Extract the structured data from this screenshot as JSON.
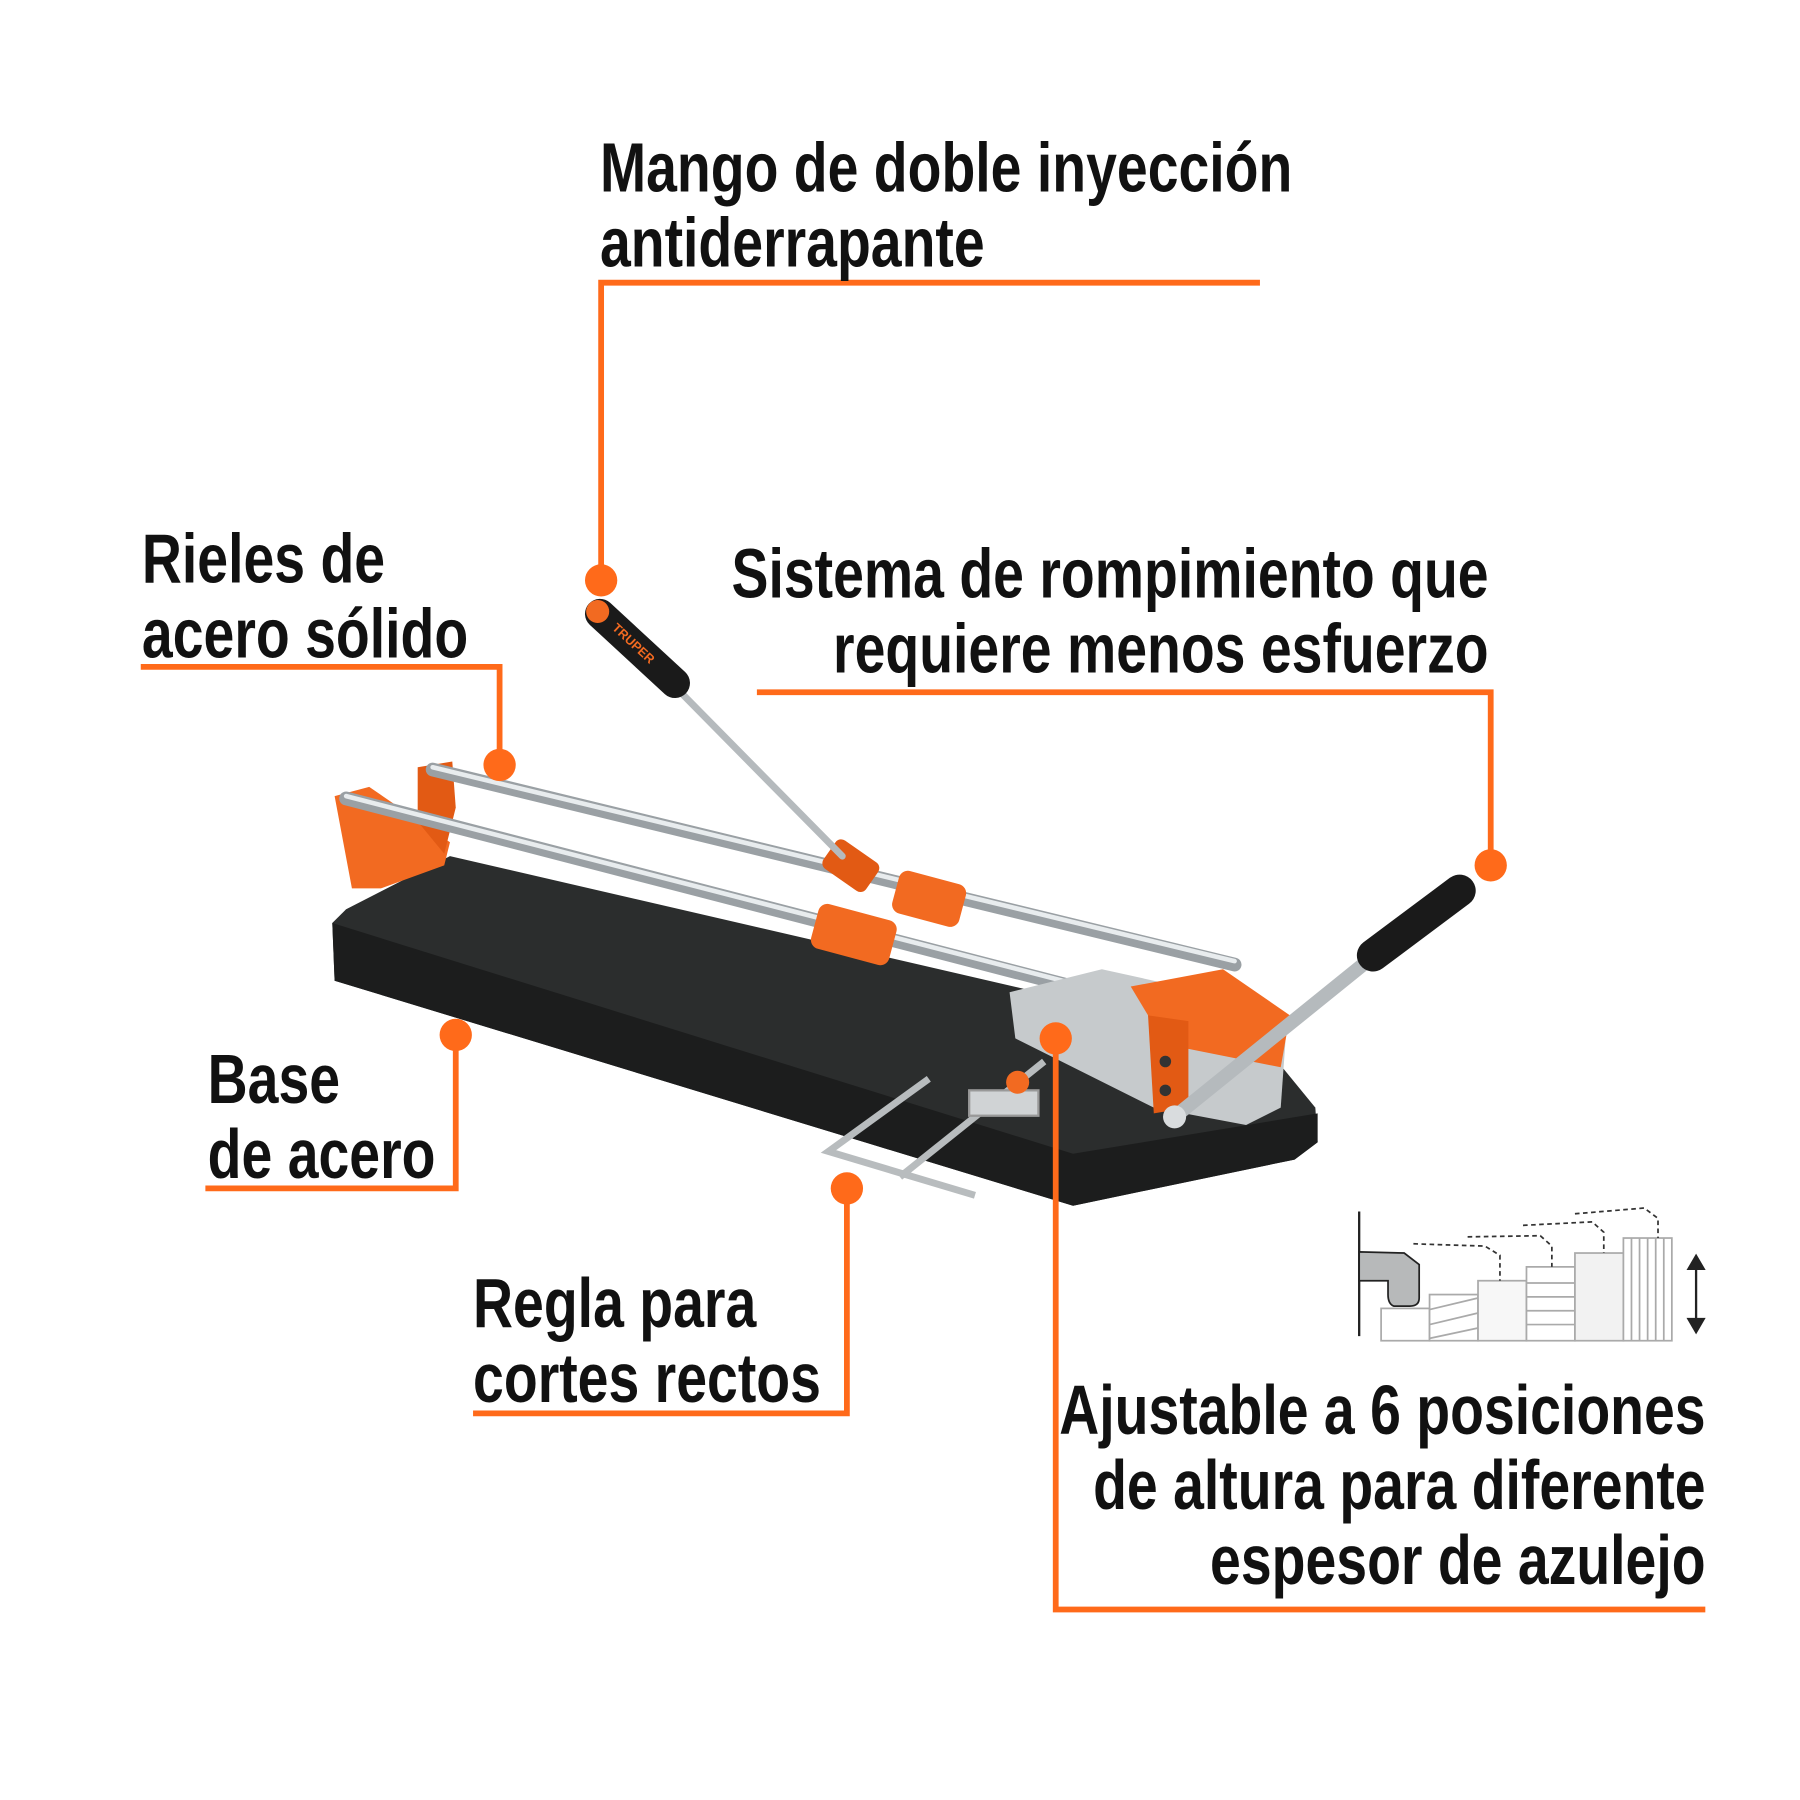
{
  "accent_color": "#ff6a1a",
  "labels": {
    "handle": [
      "Mango de doble inyección",
      "antiderrapante"
    ],
    "rails": [
      "Rieles de",
      "acero sólido"
    ],
    "breaking": [
      "Sistema de rompimiento que",
      "requiere menos esfuerzo"
    ],
    "base": [
      "Base",
      "de acero"
    ],
    "ruler": [
      "Regla para",
      "cortes rectos"
    ],
    "height": [
      "Ajustable a 6 posiciones",
      "de altura para diferente",
      "espesor de azulejo"
    ]
  },
  "product_brand": "TRUPER",
  "height_positions": 6
}
